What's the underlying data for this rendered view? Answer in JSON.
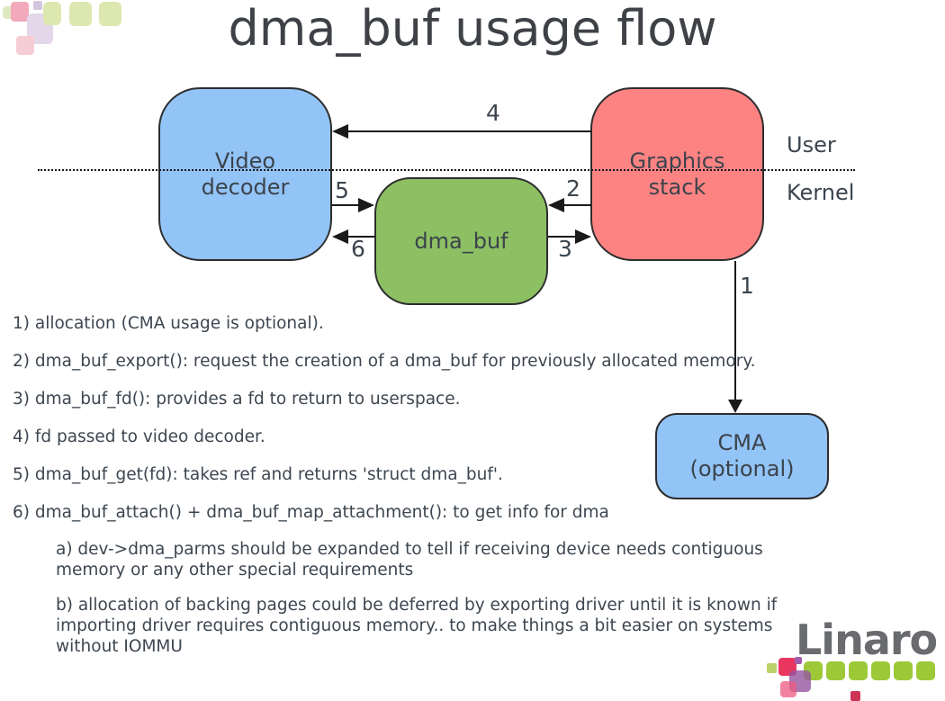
{
  "title": "dma_buf usage flow",
  "divider_labels": {
    "user": "User",
    "kernel": "Kernel"
  },
  "boxes": {
    "video_decoder": {
      "lines": [
        "Video",
        "decoder"
      ],
      "fill": "#93c4f7"
    },
    "graphics_stack": {
      "lines": [
        "Graphics",
        "stack"
      ],
      "fill": "#fd8383"
    },
    "dma_buf": {
      "lines": [
        "dma_buf"
      ],
      "fill": "#8dc063"
    },
    "cma": {
      "lines": [
        "CMA",
        "(optional)"
      ],
      "fill": "#93c4f7"
    }
  },
  "arrow_labels": {
    "step1": "1",
    "step2": "2",
    "step3": "3",
    "step4": "4",
    "step5": "5",
    "step6": "6"
  },
  "steps": [
    {
      "text": "1) allocation (CMA usage is optional)."
    },
    {
      "text": "2) dma_buf_export(): request the creation of a dma_buf for previously allocated memory."
    },
    {
      "text": "3) dma_buf_fd(): provides a fd to return to userspace."
    },
    {
      "text": "4) fd passed to video decoder."
    },
    {
      "text": "5) dma_buf_get(fd): takes ref and returns 'struct dma_buf'."
    },
    {
      "text": "6) dma_buf_attach() + dma_buf_map_attachment(): to get info for dma"
    }
  ],
  "sub_steps": {
    "a": {
      "lines": [
        "a) dev->dma_parms should be expanded to tell if receiving device needs contiguous",
        "memory or any other special requirements"
      ]
    },
    "b": {
      "lines": [
        "b) allocation of backing pages could be deferred by exporting driver until it is known if",
        "importing driver requires contiguous memory.. to make things a bit easier on systems",
        "without IOMMU"
      ]
    }
  },
  "footer_logo": {
    "wordmark": "Linaro"
  },
  "colors": {
    "box_blue": "#93c4f7",
    "box_green": "#8dc063",
    "box_red": "#fd8383",
    "linaro_green": "#9dc938",
    "linaro_gray": "#6a6b6e",
    "body_text": "#3d4650"
  }
}
